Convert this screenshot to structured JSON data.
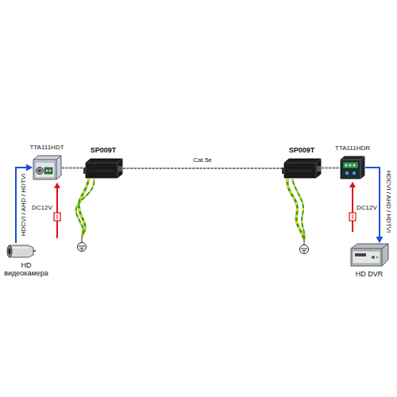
{
  "diagram": {
    "nodes": [
      {
        "text": [
          "TTA111HDT"
        ]
      },
      {
        "text": [
          "SP009T"
        ]
      },
      {
        "text": [
          "SP009T"
        ]
      },
      {
        "text": [
          "TTA111HDR"
        ]
      },
      {
        "text": [
          "HD видеокамера"
        ]
      },
      {
        "text": [
          "HD DVR"
        ]
      }
    ],
    "edges": [
      {
        "from": 4,
        "to": 0,
        "arrow": "to",
        "label": "HDCVI / AHD / HDTVI"
      },
      {
        "from": 0,
        "to": 1,
        "arrow": "none"
      },
      {
        "from": 1,
        "to": 2,
        "arrow": "none",
        "label": "Cat 5e"
      },
      {
        "from": 2,
        "to": 3,
        "arrow": "none"
      },
      {
        "from": 3,
        "to": 5,
        "arrow": "to",
        "label": "HDCVI / AHD / HDTVI"
      }
    ],
    "labels": [
      "DC12V",
      "DC12V"
    ]
  }
}
